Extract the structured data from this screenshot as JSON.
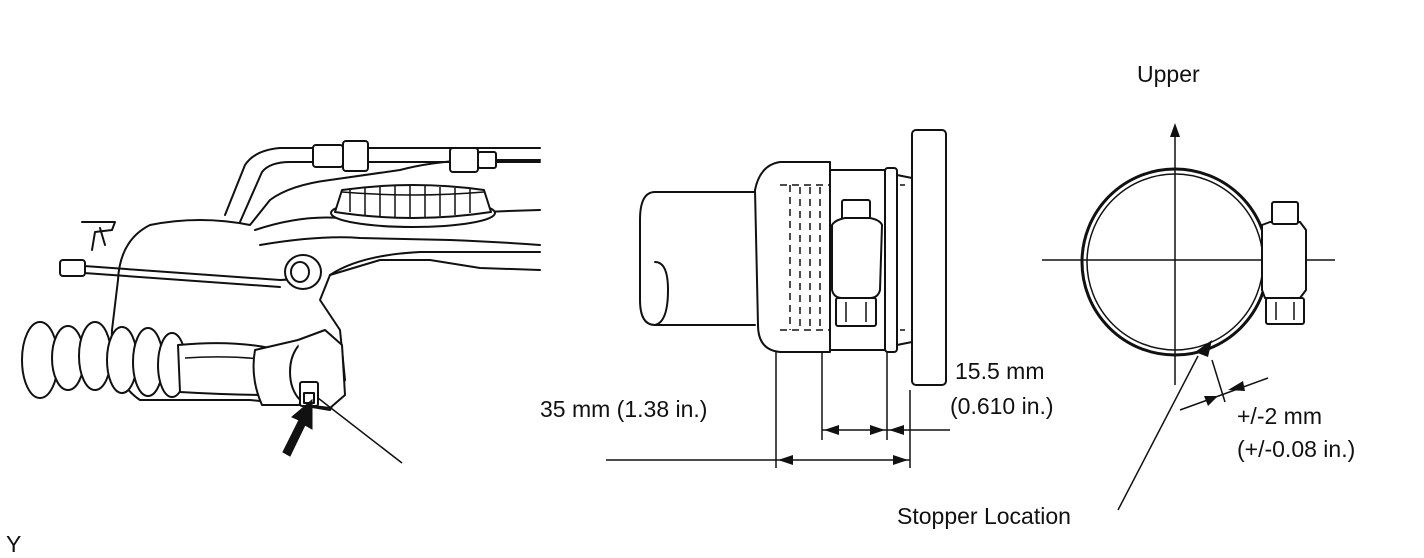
{
  "labels": {
    "upper": "Upper",
    "dim_15_5_mm": "15.5 mm",
    "dim_15_5_in": "(0.610 in.)",
    "dim_35": "35 mm (1.38 in.)",
    "tol_mm": "+/-2 mm",
    "tol_in": "(+/-0.08 in.)",
    "stopper": "Stopper Location",
    "corner_mark": "Y"
  }
}
